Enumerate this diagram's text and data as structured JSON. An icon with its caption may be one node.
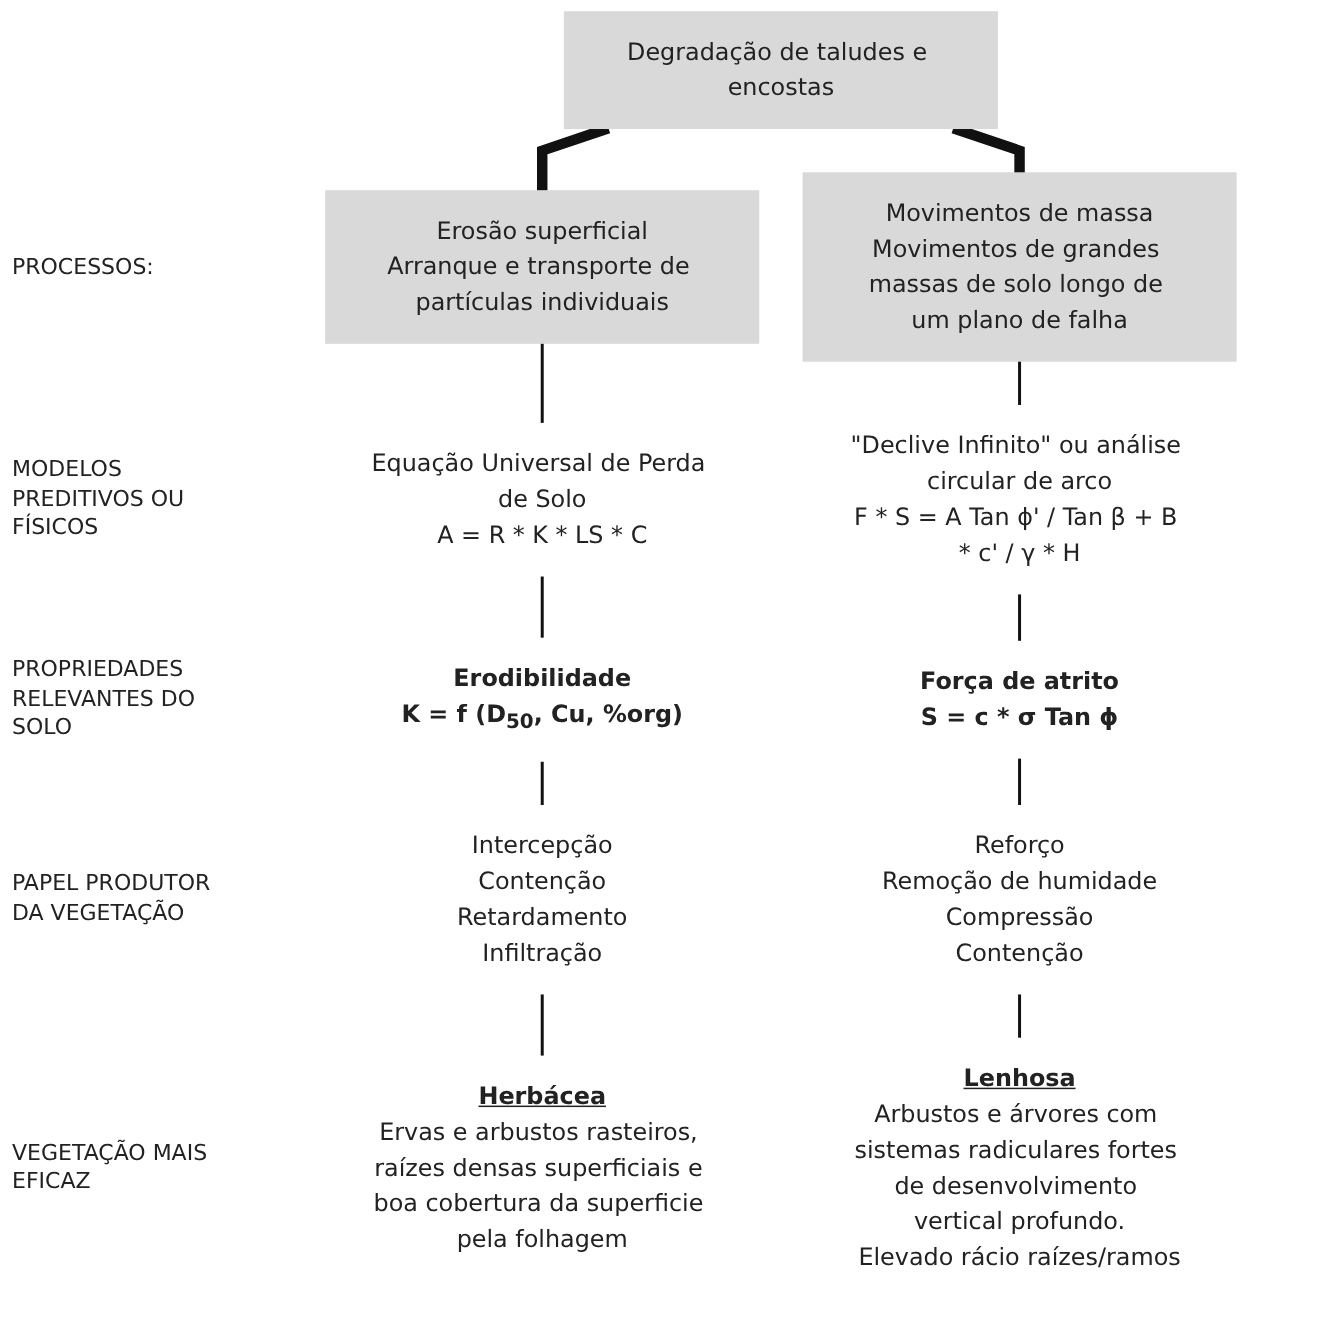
{
  "diagram": {
    "nodes": [
      {
        "text": [
          "Degradação de taludes e encostas"
        ]
      },
      {
        "text": [
          "Erosão superficial",
          "Arranque e transporte de partículas individuais"
        ]
      },
      {
        "text": [
          "Movimentos de massa",
          "Movimentos de grandes massas de solo longo de um plano de falha"
        ]
      },
      {
        "text": [
          "Equação Universal de Perda de Solo",
          "A = R * K * LS * C"
        ]
      },
      {
        "text": [
          "\"Declive Infinito\" ou análise circular de arco",
          "F * S = A Tan ϕ' / Tan β + B * c' / γ * H"
        ]
      },
      {
        "text": [
          "Erodibilidade",
          "K = f (D$_{50}$, Cu, %org)"
        ]
      },
      {
        "text": [
          "Força de atrito",
          "S = c * σ Tan ϕ"
        ]
      },
      {
        "text": [
          "Intercepção",
          "Contenção",
          "Retardamento",
          "Infiltração"
        ]
      },
      {
        "text": [
          "Reforço",
          "Remoção de humidade",
          "Compressão",
          "Contenção"
        ]
      },
      {
        "text": [
          "Herbácea",
          "Ervas e arbustos rasteiros, raízes densas superficiais e boa cobertura da superficie pela folhagem"
        ]
      },
      {
        "text": [
          "Lenhosa",
          "Arbustos e árvores com sistemas radiculares fortes de desenvolvimento vertical profundo.",
          "Elevado rácio raízes/ramos"
        ]
      }
    ],
    "edges": [
      {
        "from": 0,
        "to": 1,
        "arrow": "none",
        "style": "thick"
      },
      {
        "from": 0,
        "to": 2,
        "arrow": "none",
        "style": "thick"
      },
      {
        "from": 1,
        "to": 3,
        "arrow": "none"
      },
      {
        "from": 2,
        "to": 4,
        "arrow": "none"
      },
      {
        "from": 3,
        "to": 5,
        "arrow": "none"
      },
      {
        "from": 4,
        "to": 6,
        "arrow": "none"
      },
      {
        "from": 5,
        "to": 7,
        "arrow": "none"
      },
      {
        "from": 6,
        "to": 8,
        "arrow": "none"
      },
      {
        "from": 7,
        "to": 9,
        "arrow": "none"
      },
      {
        "from": 8,
        "to": 10,
        "arrow": "none"
      }
    ],
    "labels": [
      "PROCESSOS:",
      "MODELOS PREDITIVOS OU FÍSICOS",
      "PROPRIEDADES RELEVANTES DO SOLO",
      "PAPEL PRODUTOR DA VEGETAÇÃO",
      "VEGETAÇÃO MAIS EFICAZ"
    ]
  }
}
